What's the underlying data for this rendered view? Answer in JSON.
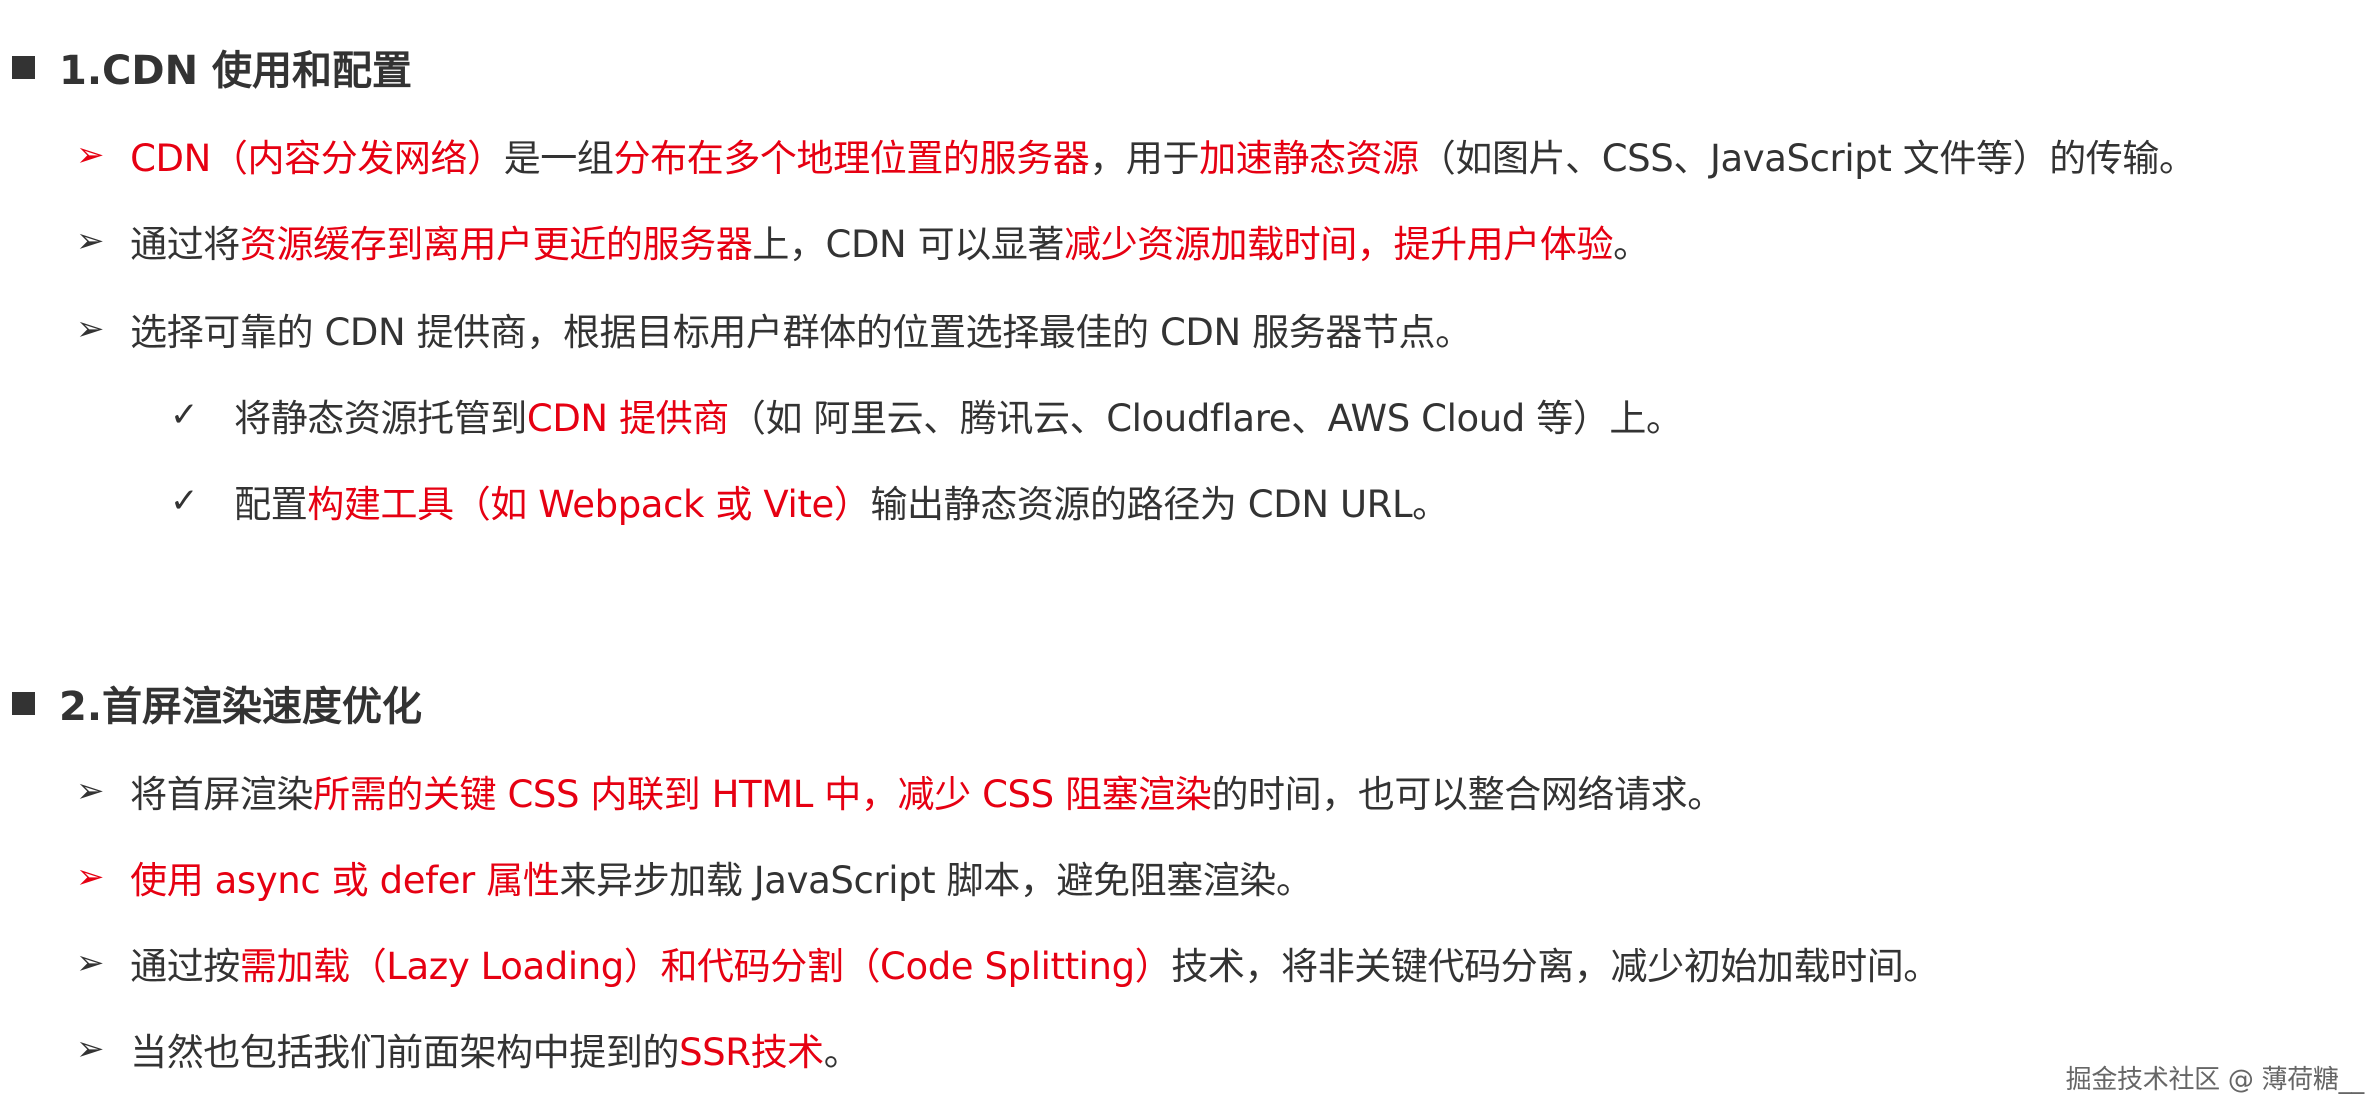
{
  "sections": [
    {
      "title": "1.CDN 使用和配置",
      "items": [
        {
          "marker_color": "#e60012",
          "segments": [
            {
              "text": "CDN（内容分发网络）",
              "color": "#e60012"
            },
            {
              "text": "是一组",
              "color": "#333333"
            },
            {
              "text": "分布在多个地理位置的服务器",
              "color": "#e60012"
            },
            {
              "text": "，用于",
              "color": "#333333"
            },
            {
              "text": "加速静态资源",
              "color": "#e60012"
            },
            {
              "text": "（如图片、CSS、JavaScript 文件等）的传输。",
              "color": "#333333"
            }
          ]
        },
        {
          "marker_color": "#333333",
          "segments": [
            {
              "text": "通过将",
              "color": "#333333"
            },
            {
              "text": "资源缓存到离用户更近的服务器",
              "color": "#e60012"
            },
            {
              "text": "上，CDN 可以显著",
              "color": "#333333"
            },
            {
              "text": "减少资源加载时间，提升用户体验",
              "color": "#e60012"
            },
            {
              "text": "。",
              "color": "#333333"
            }
          ]
        },
        {
          "marker_color": "#333333",
          "segments": [
            {
              "text": "选择可靠的 CDN 提供商，根据目标用户群体的位置选择最佳的 CDN 服务器节点。",
              "color": "#333333"
            }
          ]
        }
      ],
      "subitems": [
        {
          "segments": [
            {
              "text": "将静态资源托管到 ",
              "color": "#333333"
            },
            {
              "text": "CDN 提供商",
              "color": "#e60012"
            },
            {
              "text": "（如 阿里云、腾讯云、Cloudflare、AWS Cloud 等）上。",
              "color": "#333333"
            }
          ]
        },
        {
          "segments": [
            {
              "text": "配置",
              "color": "#333333"
            },
            {
              "text": "构建工具（如 Webpack 或 Vite）",
              "color": "#e60012"
            },
            {
              "text": "输出静态资源的路径为 CDN URL。",
              "color": "#333333"
            }
          ]
        }
      ]
    },
    {
      "title": "2.首屏渲染速度优化",
      "items": [
        {
          "marker_color": "#333333",
          "segments": [
            {
              "text": "将首屏渲染",
              "color": "#333333"
            },
            {
              "text": "所需的关键 CSS 内联到 HTML 中，减少 CSS 阻塞渲染",
              "color": "#e60012"
            },
            {
              "text": "的时间，也可以整合网络请求。",
              "color": "#333333"
            }
          ]
        },
        {
          "marker_color": "#e60012",
          "segments": [
            {
              "text": "使用 async 或 defer 属性",
              "color": "#e60012"
            },
            {
              "text": "来异步加载 JavaScript 脚本，避免阻塞渲染。",
              "color": "#333333"
            }
          ]
        },
        {
          "marker_color": "#333333",
          "segments": [
            {
              "text": "通过按",
              "color": "#333333"
            },
            {
              "text": "需加载（Lazy Loading）和代码分割（Code Splitting）",
              "color": "#e60012"
            },
            {
              "text": "技术，将非关键代码分离，减少初始加载时间。",
              "color": "#333333"
            }
          ]
        },
        {
          "marker_color": "#333333",
          "segments": [
            {
              "text": "当然也包括我们前面架构中提到的",
              "color": "#333333"
            },
            {
              "text": "SSR技术",
              "color": "#e60012"
            },
            {
              "text": "。",
              "color": "#333333"
            }
          ]
        }
      ]
    }
  ],
  "bullet_glyph": "➢",
  "check_glyph": "✓",
  "watermark": "掘金技术社区 @ 薄荷糖__"
}
